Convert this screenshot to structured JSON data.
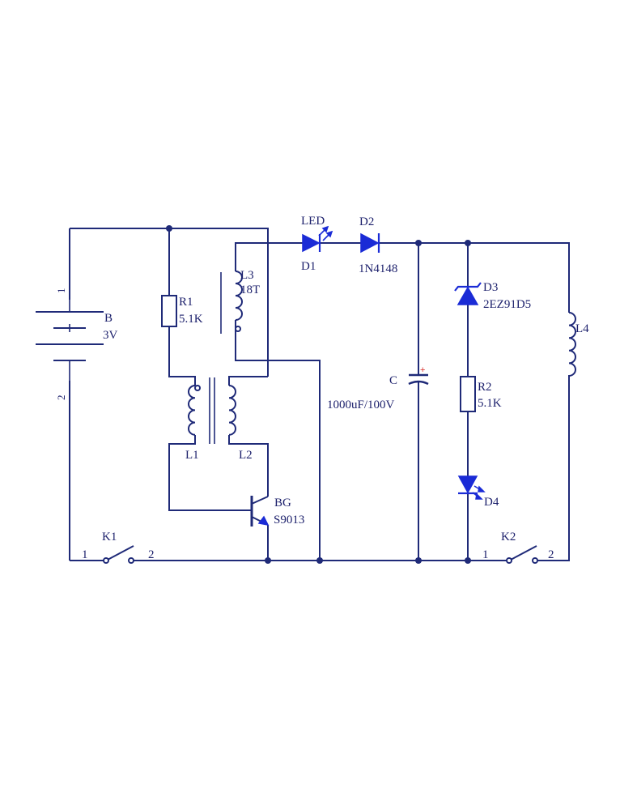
{
  "labels": {
    "battery_pin1": "1",
    "battery_pin2": "2",
    "battery_name": "B",
    "battery_value": "3V",
    "r1_name": "R1",
    "r1_value": "5.1K",
    "l3_name": "L3",
    "l3_value": "18T",
    "l1_name": "L1",
    "l2_name": "L2",
    "bg_name": "BG",
    "bg_value": "S9013",
    "led_name": "LED",
    "d1_name": "D1",
    "d2_name": "D2",
    "d2_value": "1N4148",
    "c_name": "C",
    "c_value": "1000uF/100V",
    "c_plus": "+",
    "d3_name": "D3",
    "d3_value": "2EZ91D5",
    "r2_name": "R2",
    "r2_value": "5.1K",
    "d4_name": "D4",
    "l4_name": "L4",
    "k1_name": "K1",
    "k1_pin1": "1",
    "k1_pin2": "2",
    "k2_name": "K2",
    "k2_pin1": "1",
    "k2_pin2": "2"
  },
  "colors": {
    "wire": "#1f2a78",
    "semiconductor": "#1a2bd6",
    "capacitor_plus": "#d9302a"
  }
}
